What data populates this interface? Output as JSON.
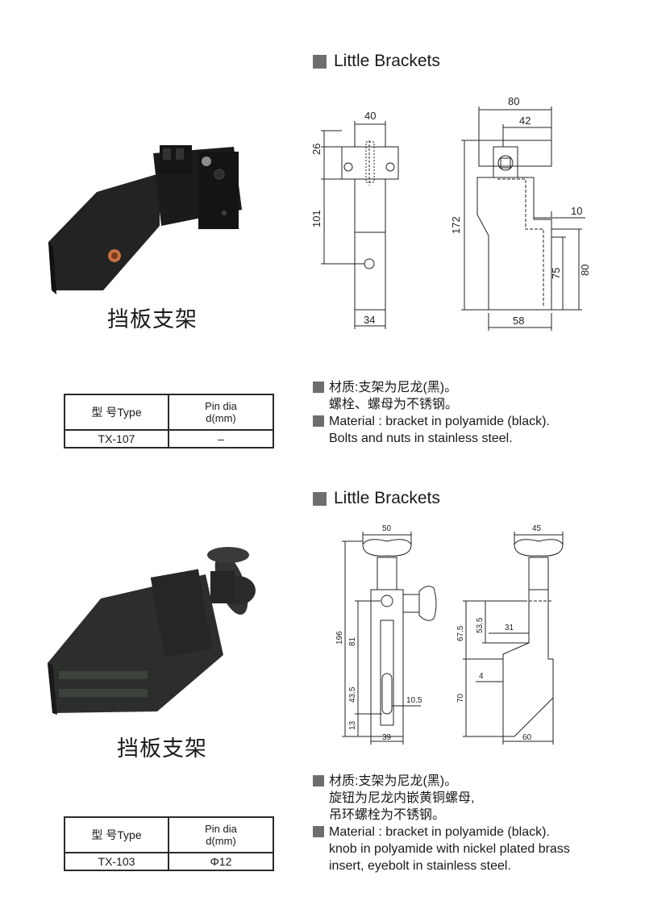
{
  "sections": [
    {
      "title": "Little Brackets",
      "caption_cn": "挡板支架",
      "table": {
        "col1_header": "型 号Type",
        "col2_header_line1": "Pin dia",
        "col2_header_line2": "d(mm)",
        "type_value": "TX-107",
        "pin_value": "–"
      },
      "notes": {
        "cn_line1": "材质:支架为尼龙(黑)。",
        "cn_line2": "螺栓、螺母为不锈钢。",
        "en_line1": "Material : bracket in polyamide (black).",
        "en_line2": "Bolts and nuts in stainless steel."
      },
      "dims": {
        "front_width": "40",
        "front_top": "26",
        "front_height": "101",
        "front_base": "34",
        "side_width": "80",
        "side_inner": "42",
        "side_height": "172",
        "side_step": "10",
        "side_h75": "75",
        "side_h80": "80",
        "side_base": "58"
      }
    },
    {
      "title": "Little Brackets",
      "caption_cn": "挡板支架",
      "table": {
        "col1_header": "型 号Type",
        "col2_header_line1": "Pin dia",
        "col2_header_line2": "d(mm)",
        "type_value": "TX-103",
        "pin_value": "Φ12"
      },
      "notes": {
        "cn_line1": "材质:支架为尼龙(黑)。",
        "cn_line2": "旋钮为尼龙内嵌黄铜螺母,",
        "cn_line3": "吊环螺栓为不锈钢。",
        "en_line1": "Material : bracket in polyamide (black).",
        "en_line2": "knob in polyamide with nickel plated brass",
        "en_line3": "insert, eyebolt in stainless steel."
      },
      "dims": {
        "front_width": "50",
        "front_height": "196",
        "front_81": "81",
        "front_43_5": "43.5",
        "front_13": "13",
        "front_10_5": "10.5",
        "front_base": "39",
        "side_width": "45",
        "side_67_5": "67.5",
        "side_53_5": "53.5",
        "side_31": "31",
        "side_4": "4",
        "side_70": "70",
        "side_base": "60"
      }
    }
  ],
  "colors": {
    "square_bullet": "#6e6e6e",
    "bracket_body": "#1c1c1c",
    "brass_insert": "#c8703f",
    "knob_body": "#2b2e2b"
  }
}
